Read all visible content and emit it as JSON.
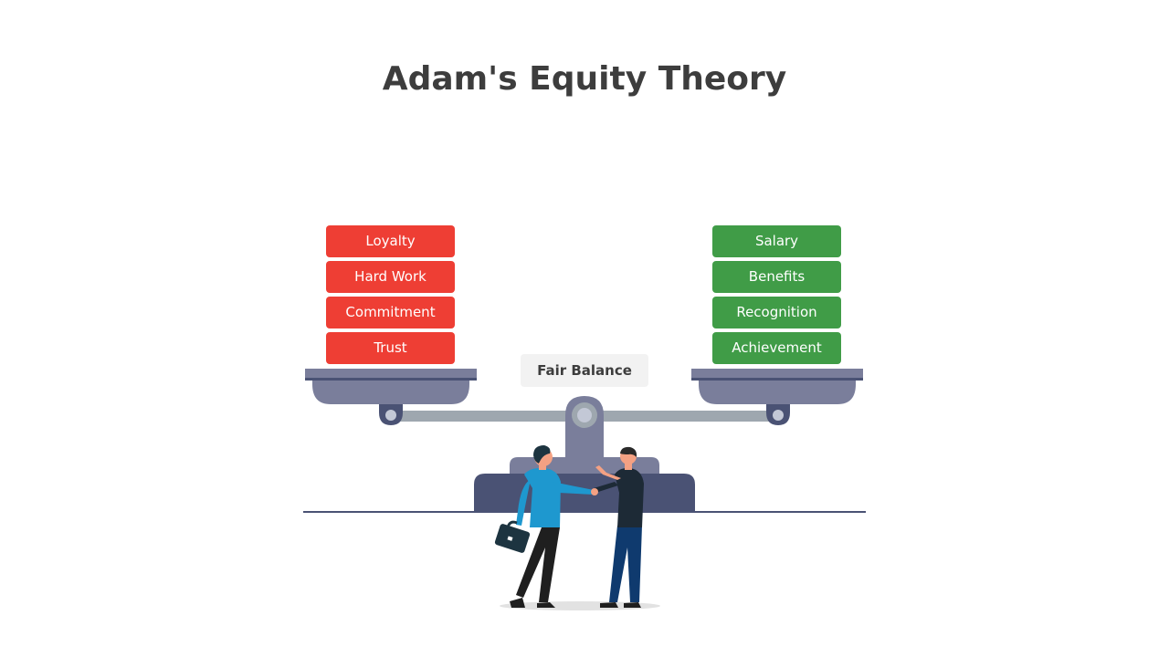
{
  "title": "Adam's Equity Theory",
  "inputs": {
    "items": [
      "Loyalty",
      "Hard Work",
      "Commitment",
      "Trust"
    ],
    "color": "#ee3e34"
  },
  "outcomes": {
    "items": [
      "Salary",
      "Benefits",
      "Recognition",
      "Achievement"
    ],
    "color": "#409c47"
  },
  "center_label": "Fair Balance",
  "illustration": {
    "scale_color": "#7a7e9b",
    "base_color": "#4a5274",
    "icon": "handshake-illustration"
  }
}
